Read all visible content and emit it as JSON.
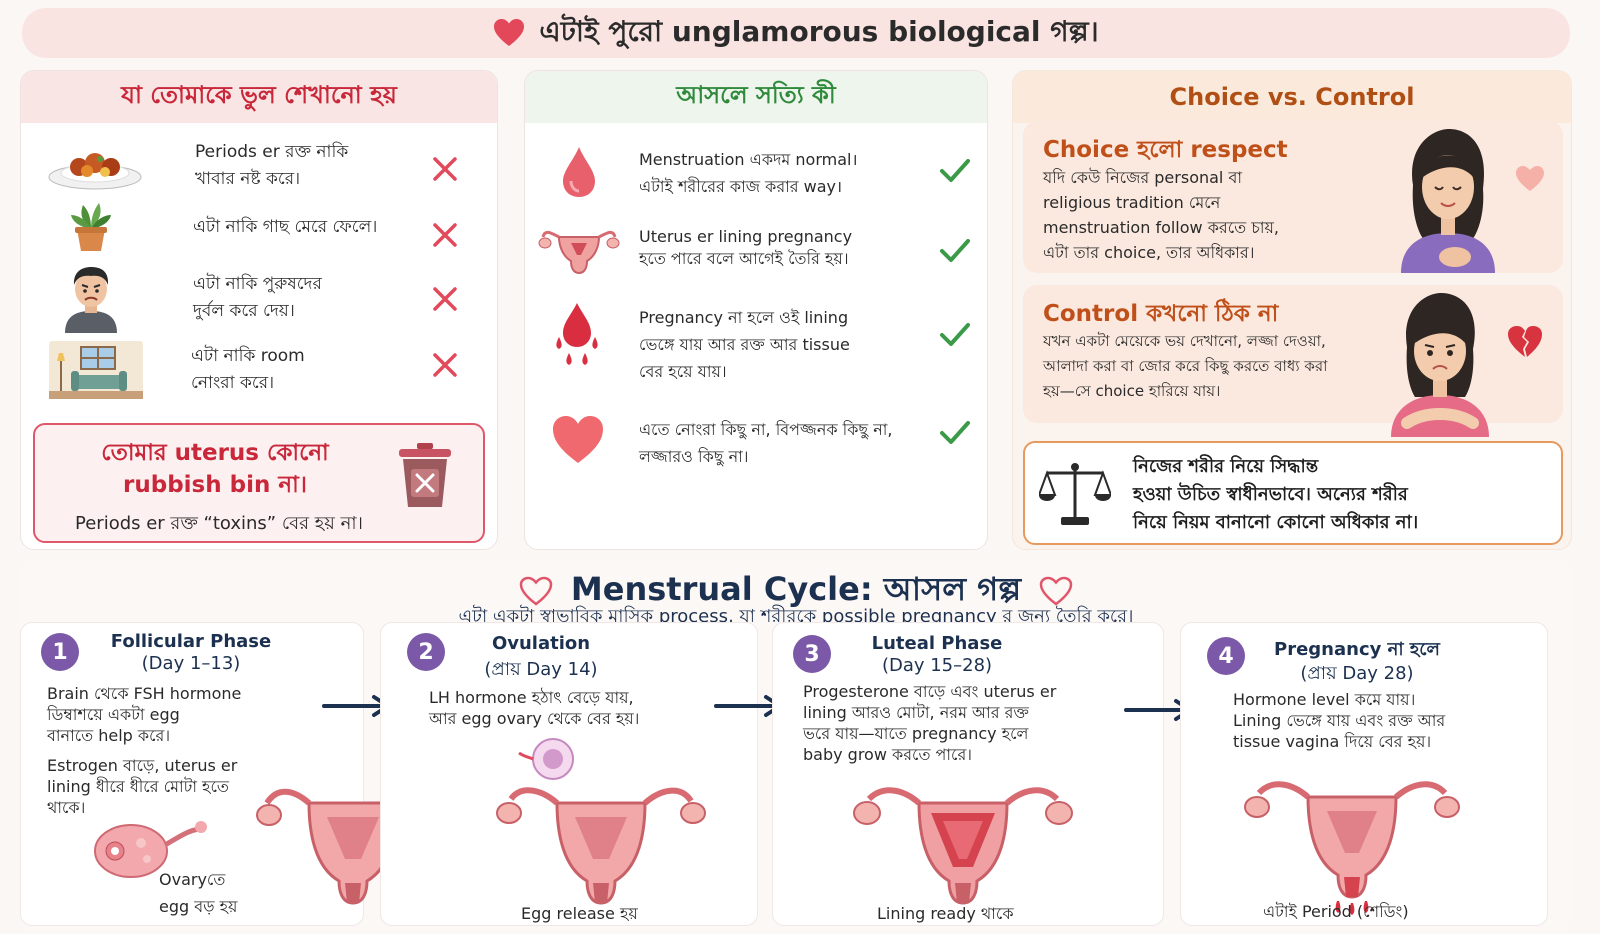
{
  "header": {
    "title": "এটাই পুরো unglamorous biological গল্প।"
  },
  "myths": {
    "title": "যা তোমাকে ভুল শেখানো হয়",
    "items": [
      {
        "text": "Periods er রক্ত নাকি\nখাবার নষ্ট করে।",
        "icon": "food-plate-icon"
      },
      {
        "text": "এটা নাকি গাছ মেরে ফেলে।",
        "icon": "potted-plant-icon"
      },
      {
        "text": "এটা নাকি পুরুষদের\nদুর্বল করে দেয়।",
        "icon": "sad-man-icon"
      },
      {
        "text": "এটা নাকি room\nনোংরা করে।",
        "icon": "room-icon"
      }
    ],
    "callout_line1": "তোমার uterus কোনো",
    "callout_line2": "rubbish bin না।",
    "callout_sub": "Periods er রক্ত “toxins” বের হয় না।"
  },
  "facts": {
    "title": "আসলে সত্যি কী",
    "items": [
      {
        "text": "Menstruation একদম normal।\nএটাই শরীরের কাজ করার way।",
        "icon": "blood-drop-icon"
      },
      {
        "text": "Uterus er lining pregnancy\nহতে পারে বলে আগেই তৈরি হয়।",
        "icon": "uterus-icon"
      },
      {
        "text": "Pregnancy না হলে ওই lining\nভেঙ্গে যায় আর রক্ত আর tissue\nবের হয়ে যায়।",
        "icon": "dripping-drops-icon"
      },
      {
        "text": "এতে নোংরা কিছু না, বিপজ্জনক কিছু না,\nলজ্জারও কিছু না।",
        "icon": "heart-icon"
      }
    ]
  },
  "choice": {
    "title": "Choice vs. Control",
    "respect_title": "Choice হলো respect",
    "respect_body": "যদি কেউ নিজের personal বা\nreligious tradition মেনে\nmenstruation follow করতে চায়,\nএটা তার choice, তার অধিকার।",
    "control_title": "Control কখনো ঠিক না",
    "control_body": "যখন একটা মেয়েকে ভয় দেখানো, লজ্জা দেওয়া,\nআলাদা করা বা জোর করে কিছু করতে বাধ্য করা\nহয়—সে choice হারিয়ে যায়।",
    "law_text": "নিজের শরীর নিয়ে সিদ্ধান্ত\nহওয়া উচিত স্বাধীনভাবে। অন্যের শরীর\nনিয়ে নিয়ম বানানো কোনো অধিকার না।"
  },
  "cycle": {
    "title": "Menstrual Cycle: আসল গল্প",
    "subtitle": "এটা একটা স্বাভাবিক মাসিক process, যা শরীরকে possible pregnancy র জন্য তৈরি করে।",
    "phases": [
      {
        "num": "1",
        "name": "Follicular Phase",
        "days": "(Day 1–13)",
        "desc1": "Brain থেকে FSH hormone\nডিম্বাশয়ে একটা egg\nবানাতে help করে।",
        "desc2": "Estrogen বাড়ে, uterus er\nlining ধীরে ধীরে মোটা হতে\nথাকে।",
        "label": "Ovaryতে\negg বড় হয়"
      },
      {
        "num": "2",
        "name": "Ovulation",
        "days": "(প্রায় Day 14)",
        "desc1": "LH hormone হঠাৎ বেড়ে যায়,\nআর egg ovary থেকে বের হয়।",
        "label": "Egg release হয়"
      },
      {
        "num": "3",
        "name": "Luteal Phase",
        "days": "(Day 15–28)",
        "desc1": "Progesterone বাড়ে এবং uterus er\nlining আরও মোটা, নরম আর রক্ত\nভরে যায়—যাতে pregnancy হলে\nbaby grow করতে পারে।",
        "label": "Lining ready থাকে"
      },
      {
        "num": "4",
        "name": "Pregnancy না হলে",
        "days": "(প্রায় Day 28)",
        "desc1": "Hormone level কমে যায়।\nLining ভেঙ্গে যায় এবং রক্ত আর\ntissue vagina দিয়ে বের হয়।",
        "label": "এটাই Period (শেডিং)"
      }
    ]
  },
  "colors": {
    "myth_red": "#c8283a",
    "fact_green": "#2f8a3c",
    "choice_orange": "#b04e14",
    "cycle_navy": "#1c3150",
    "phase_purple": "#7b59a8"
  }
}
